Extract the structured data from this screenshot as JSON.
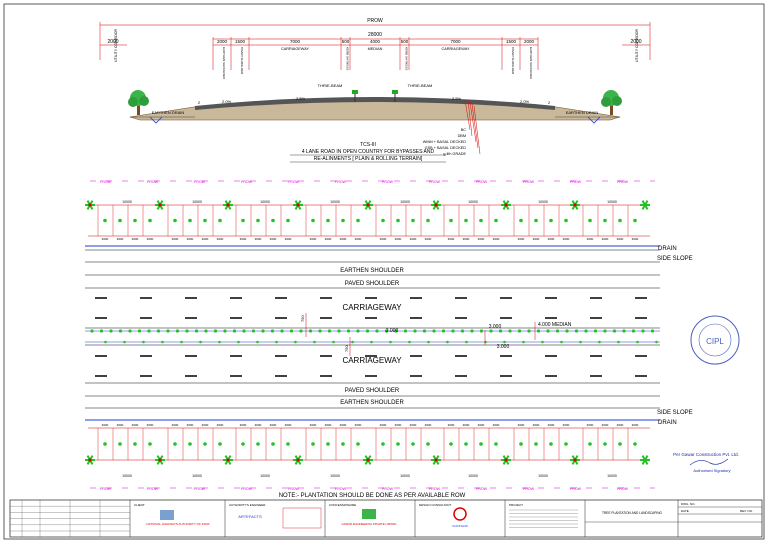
{
  "section": {
    "row_label": "PROW",
    "overall_width": "28000",
    "dims": [
      "2000",
      "1500",
      "7000",
      "500",
      "4000",
      "500",
      "7000",
      "1500",
      "2000"
    ],
    "side_dim": "2000",
    "zone_labels": [
      "EARTHEN SHOULDER",
      "PAVED SHOULDER",
      "CARRIAGEWAY",
      "KERB SHYNESS",
      "MEDIAN",
      "KERB SHYNESS",
      "CARRIAGEWAY",
      "PAVED SHOULDER",
      "EARTHEN SHOULDER"
    ],
    "utility_label": "UTILITY CORRIDOR",
    "beam_label": "THRIE-BEAM",
    "drain_label": "EARTHEN DRAIN",
    "slope_2": "2",
    "slope_pct_1": "2.0%",
    "slope_pct_2": "2.5%",
    "slope_pct_3": "2.5%",
    "slope_pct_4": "2.0%",
    "layers": [
      "BC",
      "DBM",
      "WMM + BASAL DECKED",
      "GSB + BASAL DECKED",
      "g.lith GRADE"
    ],
    "title_1": "TCS-III",
    "title_2": "4 LANE ROAD IN OPEN COUNTRY FOR BYPASSES AND",
    "title_3": "RE-ALINMENTS [ PLAIN & ROLLING TERRAIN]"
  },
  "plan": {
    "prow": "PROW",
    "pitch": "10000",
    "small_dim": "3000",
    "drain": "DRAIN",
    "side_slope": "SIDE SLOPE",
    "earthen_shoulder": "EARTHEN SHOULDER",
    "paved_shoulder": "PAVED SHOULDER",
    "carriageway": "CARRIAGEWAY",
    "median_dim": "3.000",
    "median_label": "4.000 MEDIAN",
    "offset_dim": "750",
    "note": "NOTE:- PLANTATION SHOULD BE DONE AS PER AVAILABLE ROW"
  },
  "stamp": {
    "company": "Per Gawar Construction Pvt. Ltd.",
    "sign": "Authorised Signatory",
    "seal": "CIPL"
  },
  "title_block": {
    "client_hdr": "CLIENT",
    "client": "NATIONAL HIGHWAYS AUTHORITY OF INDIA",
    "consultant_hdr": "AUTHORITY'S ENGINEER",
    "consultant": "ARTEFACTS",
    "contractor_hdr": "CONCESSIONAIRE",
    "contractor": "GAWAR ENGINEERING PRIVATE LIMITED",
    "epc_hdr": "DESIGN CONSULTANT",
    "epc": "CHOKHANI",
    "project_hdr": "PROJECT",
    "drawing_title": "TREE PLANTATION AND LANDSCAPING",
    "drawing_no": "DWG. NO.",
    "date": "DATE",
    "rev": "REV. NO."
  },
  "colors": {
    "red": "#dd0000",
    "green": "#22c322",
    "magenta": "#e000e0",
    "blue": "#1f3bd6"
  }
}
